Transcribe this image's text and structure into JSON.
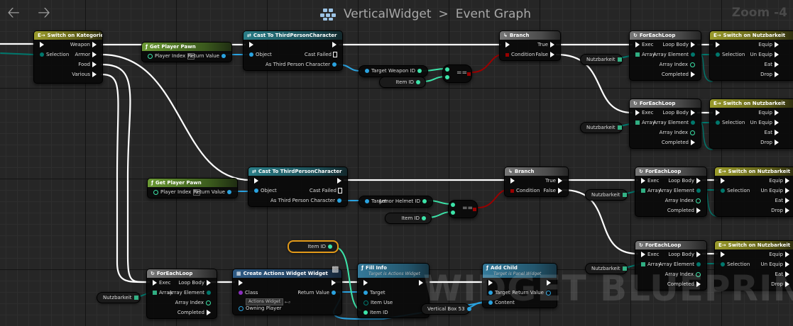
{
  "toolbar": {
    "breadcrumb": {
      "blueprint": "VerticalWidget",
      "separator": ">",
      "graph": "Event Graph"
    },
    "zoom": "Zoom -4"
  },
  "watermark": "WIDGET BLUEPRINT",
  "colors": {
    "exec": "#ffffff",
    "object": "#2aa3e0",
    "integer": "#3ce4a9",
    "bool": "#8c0000",
    "byte": "#006f65"
  },
  "nodes": {
    "switch_kategorie": {
      "title": "Switch on Kategorie",
      "selection": "Selection",
      "weapon": "Weapon",
      "armor": "Armor",
      "food": "Food",
      "various": "Various"
    },
    "get_pawn_1": {
      "title": "Get Player Pawn",
      "player_index": "Player Index",
      "player_index_value": "0",
      "return": "Return Value"
    },
    "cast_1": {
      "title": "Cast To ThirdPersonCharacter",
      "object": "Object",
      "cast_failed": "Cast Failed",
      "as_tpc": "As Third Person Character"
    },
    "get_weapon_id": {
      "target": "Target",
      "value": "Weapon ID"
    },
    "item_id_var_1": {
      "label": "Item ID"
    },
    "eq_1": {
      "label": "=="
    },
    "branch_1": {
      "title": "Branch",
      "condition": "Condition",
      "true": "True",
      "false": "False"
    },
    "nutz_var_1": {
      "label": "Nutzbarkeit"
    },
    "foreach_1": {
      "title": "ForEachLoop",
      "exec": "Exec",
      "array": "Array",
      "loop_body": "Loop Body",
      "array_element": "Array Element",
      "array_index": "Array Index",
      "completed": "Completed"
    },
    "switch_nutz_1": {
      "title": "Switch on Nutzbarkeit",
      "selection": "Selection",
      "equip": "Equip",
      "unequip": "Un Equip",
      "eat": "Eat",
      "drop": "Drop"
    },
    "nutz_var_2": {
      "label": "Nutzbarkeit"
    },
    "foreach_2": {
      "title": "ForEachLoop",
      "exec": "Exec",
      "array": "Array",
      "loop_body": "Loop Body",
      "array_element": "Array Element",
      "array_index": "Array Index",
      "completed": "Completed"
    },
    "switch_nutz_2": {
      "title": "Switch on Nutzbarkeit",
      "selection": "Selection",
      "equip": "Equip",
      "unequip": "Un Equip",
      "eat": "Eat",
      "drop": "Drop"
    },
    "get_pawn_2": {
      "title": "Get Player Pawn",
      "player_index": "Player Index",
      "player_index_value": "0",
      "return": "Return Value"
    },
    "cast_2": {
      "title": "Cast To ThirdPersonCharacter",
      "object": "Object",
      "cast_failed": "Cast Failed",
      "as_tpc": "As Third Person Character"
    },
    "get_armor_id": {
      "target": "Target",
      "value": "Armor Helmet ID"
    },
    "item_id_var_2": {
      "label": "Item ID"
    },
    "eq_2": {
      "label": "=="
    },
    "branch_2": {
      "title": "Branch",
      "condition": "Condition",
      "true": "True",
      "false": "False"
    },
    "nutz_var_3": {
      "label": "Nutzbarkeit"
    },
    "foreach_3": {
      "title": "ForEachLoop",
      "exec": "Exec",
      "array": "Array",
      "loop_body": "Loop Body",
      "array_element": "Array Element",
      "array_index": "Array Index",
      "completed": "Completed"
    },
    "switch_nutz_3": {
      "title": "Switch on Nutzbarkeit",
      "selection": "Selection",
      "equip": "Equip",
      "unequip": "Un Equip",
      "eat": "Eat",
      "drop": "Drop"
    },
    "nutz_var_4": {
      "label": "Nutzbarkeit"
    },
    "foreach_4": {
      "title": "ForEachLoop",
      "exec": "Exec",
      "array": "Array",
      "loop_body": "Loop Body",
      "array_element": "Array Element",
      "array_index": "Array Index",
      "completed": "Completed"
    },
    "switch_nutz_4": {
      "title": "Switch on Nutzbarkeit",
      "selection": "Selection",
      "equip": "Equip",
      "unequip": "Un Equip",
      "eat": "Eat",
      "drop": "Drop"
    },
    "item_id_var_3": {
      "label": "Item ID"
    },
    "nutz_var_5": {
      "label": "Nutzbarkeit"
    },
    "foreach_5": {
      "title": "ForEachLoop",
      "exec": "Exec",
      "array": "Array",
      "loop_body": "Loop Body",
      "array_element": "Array Element",
      "array_index": "Array Index",
      "completed": "Completed"
    },
    "create_widget": {
      "title": "Create Actions Widget Widget",
      "class": "Class",
      "class_value": "Actions Widget",
      "owning_player": "Owning Player",
      "return": "Return Value"
    },
    "fill_info": {
      "title": "Fill Info",
      "subtitle": "Target is Actions Widget",
      "target": "Target",
      "item_use": "Item Use",
      "item_id": "Item ID"
    },
    "add_child": {
      "title": "Add Child",
      "subtitle": "Target is Panel Widget",
      "target": "Target",
      "content": "Content",
      "return": "Return Value"
    },
    "vbox_var": {
      "label": "Vertical Box 53"
    }
  }
}
